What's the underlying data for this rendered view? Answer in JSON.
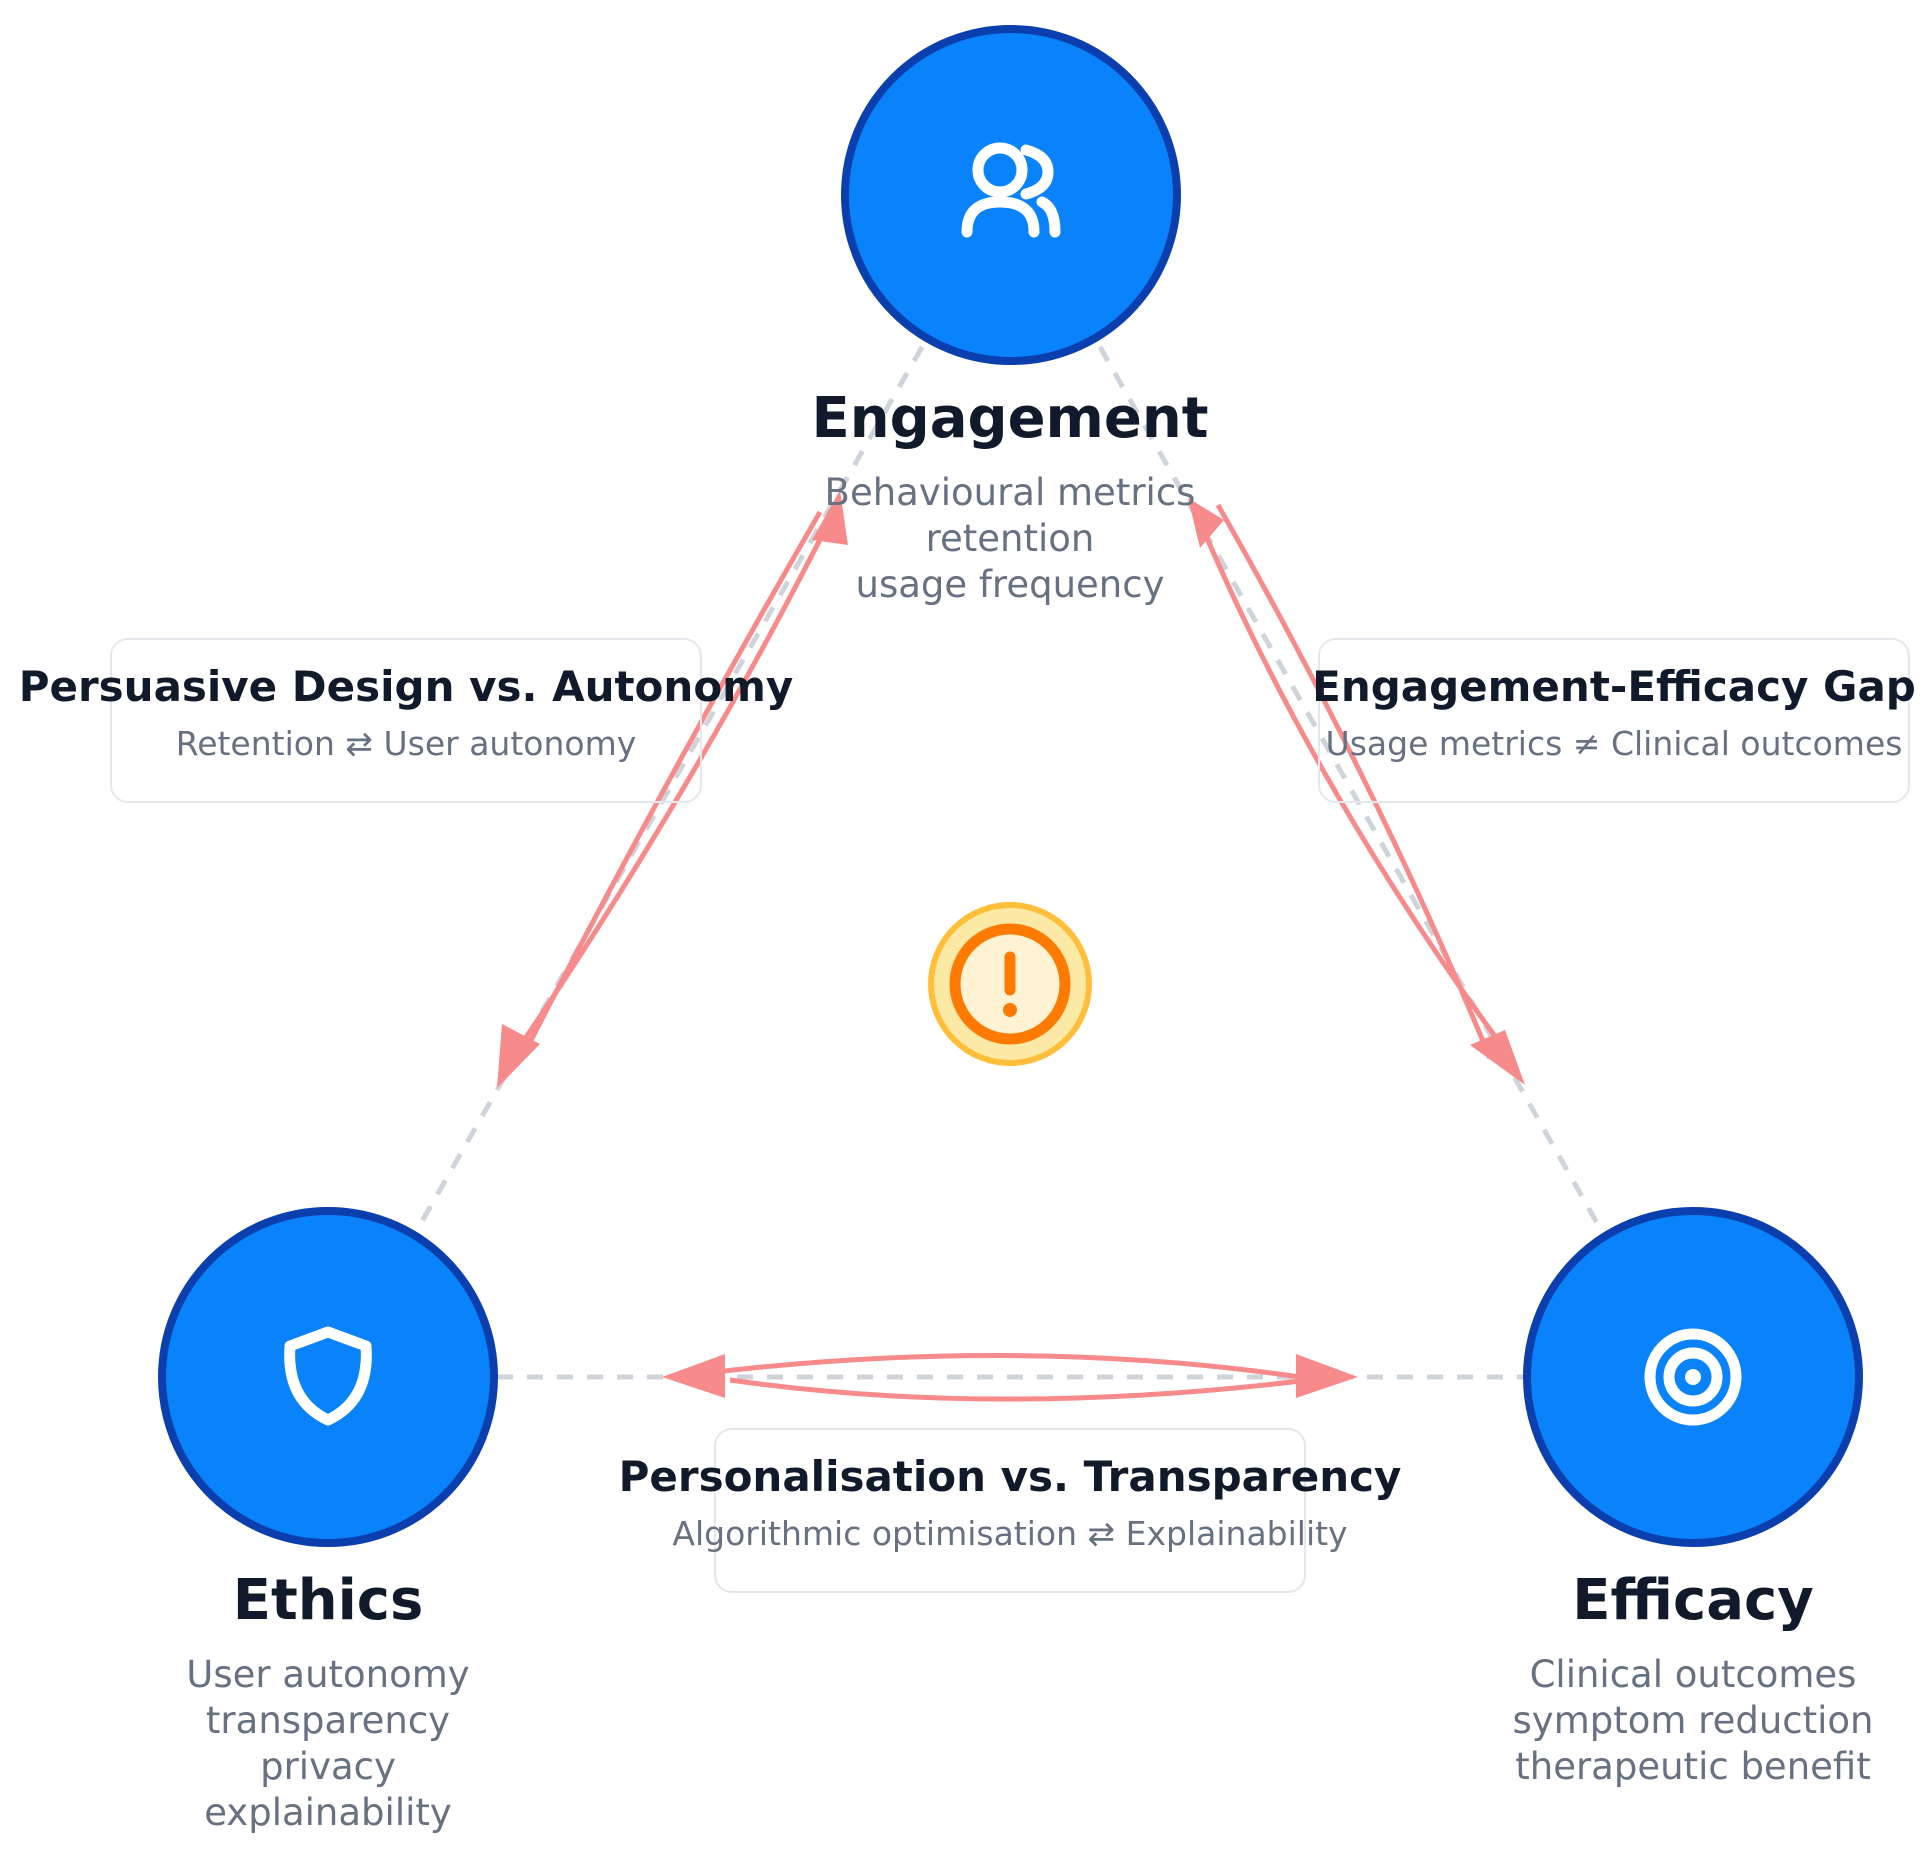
{
  "nodes": {
    "engagement": {
      "title": "Engagement",
      "desc": [
        "Behavioural metrics",
        "retention",
        "usage frequency"
      ],
      "icon": "users-icon"
    },
    "ethics": {
      "title": "Ethics",
      "desc": [
        "User autonomy",
        "transparency",
        "privacy",
        "explainability"
      ],
      "icon": "shield-icon"
    },
    "efficacy": {
      "title": "Efficacy",
      "desc": [
        "Clinical outcomes",
        "symptom reduction",
        "therapeutic benefit"
      ],
      "icon": "target-icon"
    }
  },
  "tensions": {
    "persuasive": {
      "title": "Persuasive Design vs. Autonomy",
      "subtitle": "Retention ⇄ User autonomy"
    },
    "gap": {
      "title": "Engagement-Efficacy Gap",
      "subtitle": "Usage metrics ≠ Clinical outcomes"
    },
    "personalisation": {
      "title": "Personalisation vs. Transparency",
      "subtitle": "Algorithmic optimisation ⇄ Explainability"
    }
  },
  "center": {
    "icon": "warning-icon"
  },
  "colors": {
    "node_fill": "#0a82fa",
    "node_border": "#0b3fae",
    "tension_arrow": "#f78a8a",
    "warning_outer": "#fde9a6",
    "warning_ring": "#ff7a00"
  }
}
